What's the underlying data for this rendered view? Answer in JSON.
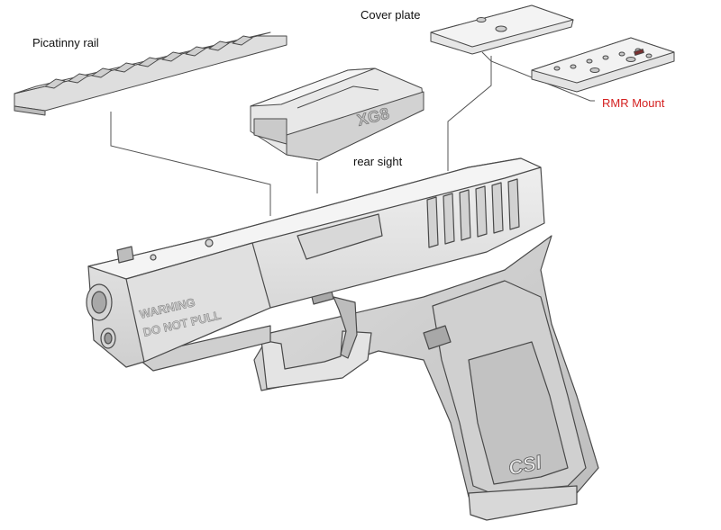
{
  "labels": {
    "picatinny_rail": "Picatinny rail",
    "cover_plate": "Cover plate",
    "rmr_mount": "RMR Mount",
    "rear_sight": "rear sight"
  },
  "engravings": {
    "warning_line1": "WARNING",
    "warning_line2": "DO NOT PULL",
    "rear_sight_mark": "XG8",
    "grip_logo": "CSI"
  },
  "colors": {
    "label_text": "#111111",
    "rmr_label": "#d42020",
    "part_fill": "#e3e3e3",
    "part_dark": "#c4c4c4",
    "outline": "#4a4a4a",
    "leader": "#555555"
  }
}
